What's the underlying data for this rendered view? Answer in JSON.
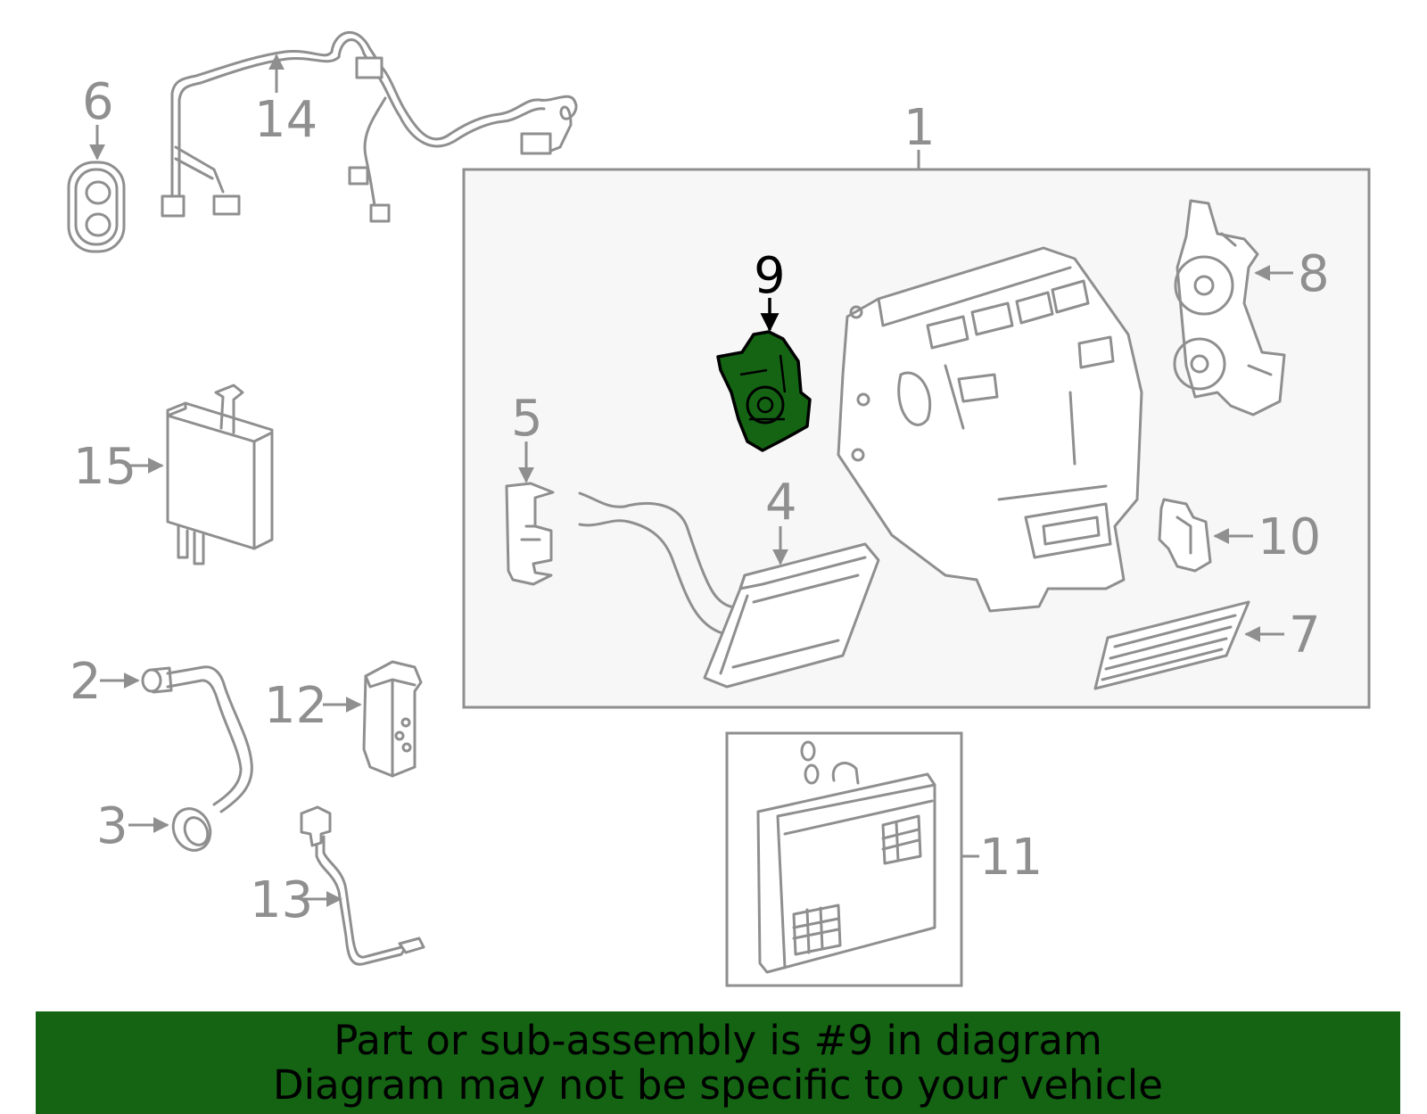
{
  "colors": {
    "line": "#8f8f8f",
    "highlight": "#146414",
    "panel_bg": "#f7f7f7",
    "banner_bg": "#146414",
    "text_dark": "#000000"
  },
  "labels": {
    "p1": "1",
    "p2": "2",
    "p3": "3",
    "p4": "4",
    "p5": "5",
    "p6": "6",
    "p7": "7",
    "p8": "8",
    "p9": "9",
    "p10": "10",
    "p11": "11",
    "p12": "12",
    "p13": "13",
    "p14": "14",
    "p15": "15"
  },
  "highlighted_part": "9",
  "banner": {
    "line1": "Part or sub-assembly is #9 in diagram",
    "line2": "Diagram may not be specific to your vehicle"
  }
}
